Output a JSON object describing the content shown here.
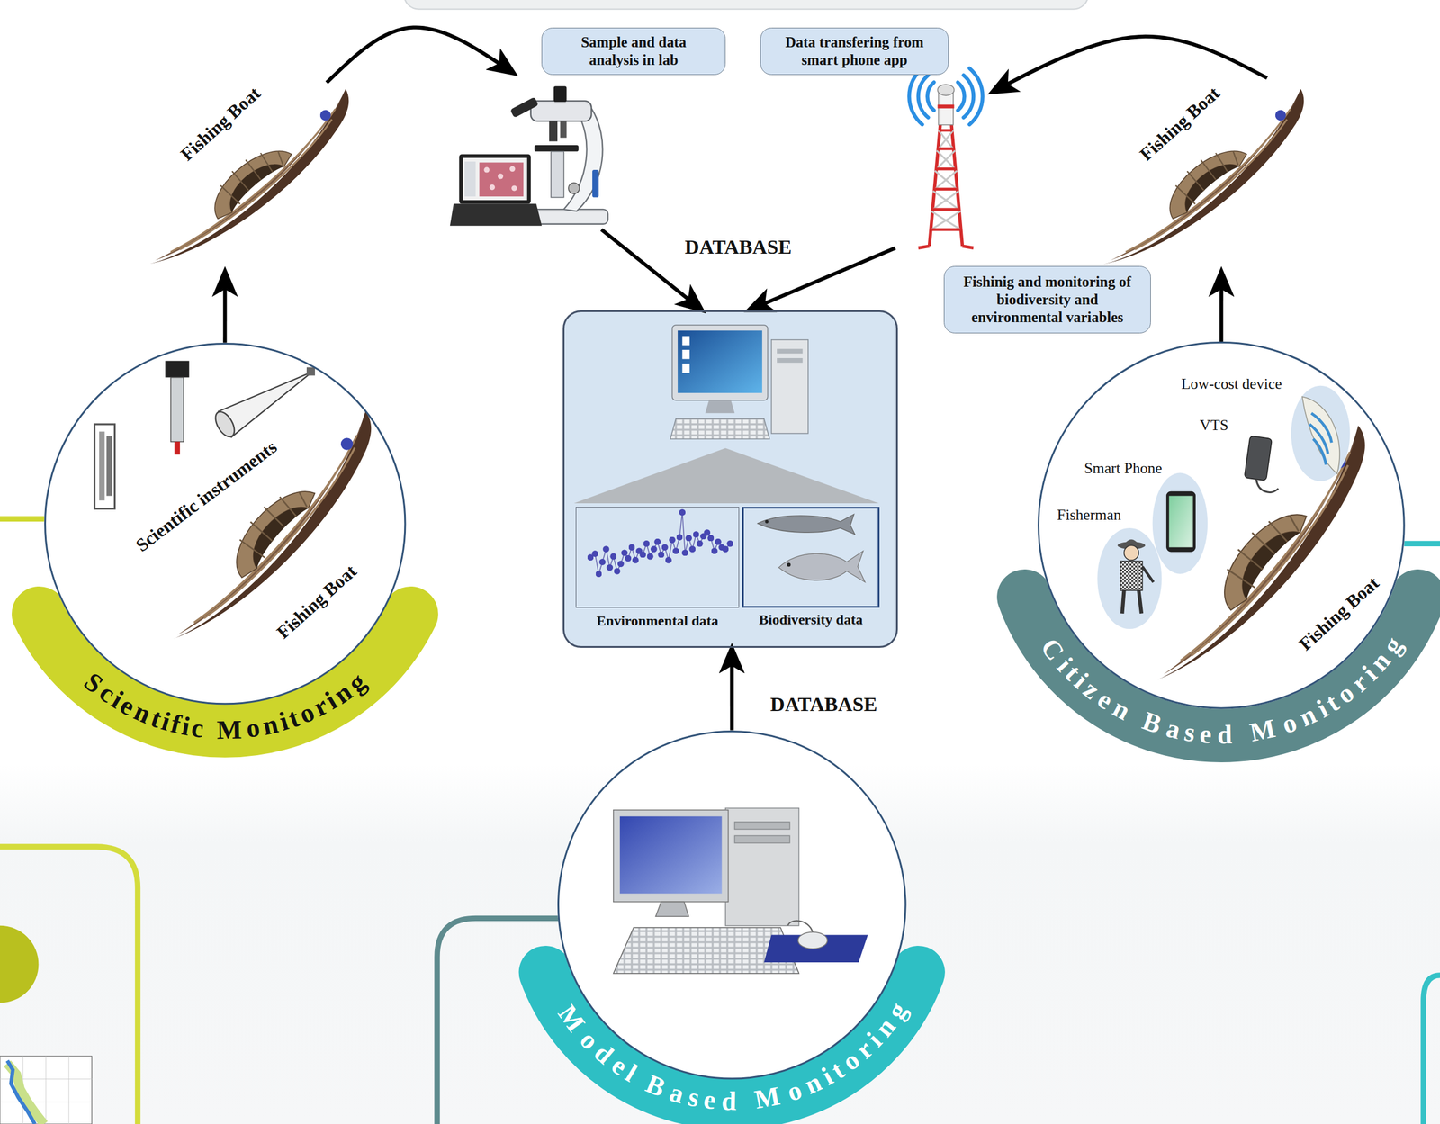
{
  "diagram": {
    "nodes": [
      {
        "text": [
          "Fishing Boat"
        ]
      },
      {
        "text": [
          "Sample and data analysis in lab"
        ]
      },
      {
        "text": [
          "Data transfering from smart phone app"
        ]
      },
      {
        "text": [
          "Fishing Boat"
        ]
      },
      {
        "text": [
          "DATABASE"
        ]
      },
      {
        "text": [
          "Environmental data"
        ],
        "in": 4
      },
      {
        "text": [
          "Biodiversity data"
        ],
        "in": 4
      },
      {
        "text": [
          "Fishinig and monitoring of biodiversity and environmental variables"
        ]
      },
      {
        "text": [
          "Scientific instruments",
          "Fishing Boat",
          "Scientific Monitoring"
        ]
      },
      {
        "text": [
          "Low-cost device",
          "VTS",
          "Smart Phone",
          "Fisherman",
          "Fishing Boat",
          "Citizen Based Monitoring"
        ]
      },
      {
        "text": [
          "Model Based Monitoring"
        ]
      }
    ],
    "edges": [
      {
        "from": 0,
        "to": 1,
        "arrow": "to"
      },
      {
        "from": 1,
        "to": 4,
        "arrow": "to"
      },
      {
        "from": 3,
        "to": 2,
        "arrow": "to"
      },
      {
        "from": 2,
        "to": 4,
        "arrow": "to"
      },
      {
        "from": 8,
        "to": 0,
        "arrow": "to"
      },
      {
        "from": 9,
        "to": 3,
        "arrow": "to"
      },
      {
        "from": 10,
        "to": 4,
        "arrow": "to",
        "label": "DATABASE"
      }
    ]
  }
}
